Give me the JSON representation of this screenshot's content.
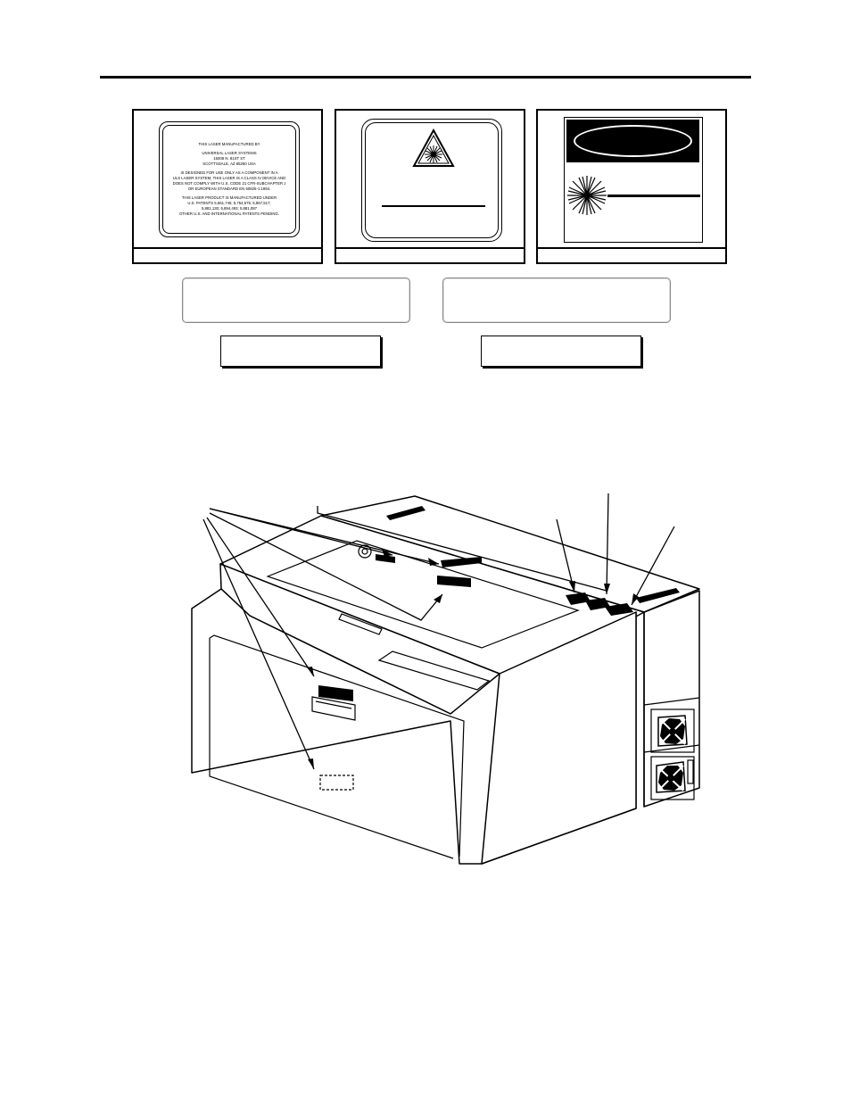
{
  "certification_label": {
    "lines": [
      "THIS LASER MANUFACTURED BY",
      "UNIVERSAL LASER SYSTEMS",
      "16008 N. 81ST ST",
      "SCOTTSDALE, AZ 85260 USA",
      "IS DESIGNED FOR USE ONLY AS A COMPONENT IN A",
      "ULS LASER SYSTEM, THIS LASER IS A CLASS IV DEVICE AND",
      "DOES NOT COMPLY WITH U.S. CODE 21 CFR-SUBCHAPTER J",
      "OR EUROPEAN STANDARD EN 60825-1:1994.",
      "THIS LASER PRODUCT IS MANUFACTURED UNDER",
      "U.S. PATENTS 5,661,746; 5,754,575; 5,867,517;",
      "5,881,130; 5,894,493; 5,881,087",
      "OTHER U.S. AND INTERNATIONAL PATENTS PENDING."
    ]
  },
  "icons": {
    "warning_triangle": "laser-warning-triangle-icon",
    "starburst": "laser-starburst-icon",
    "fan": "exhaust-fan-icon"
  }
}
